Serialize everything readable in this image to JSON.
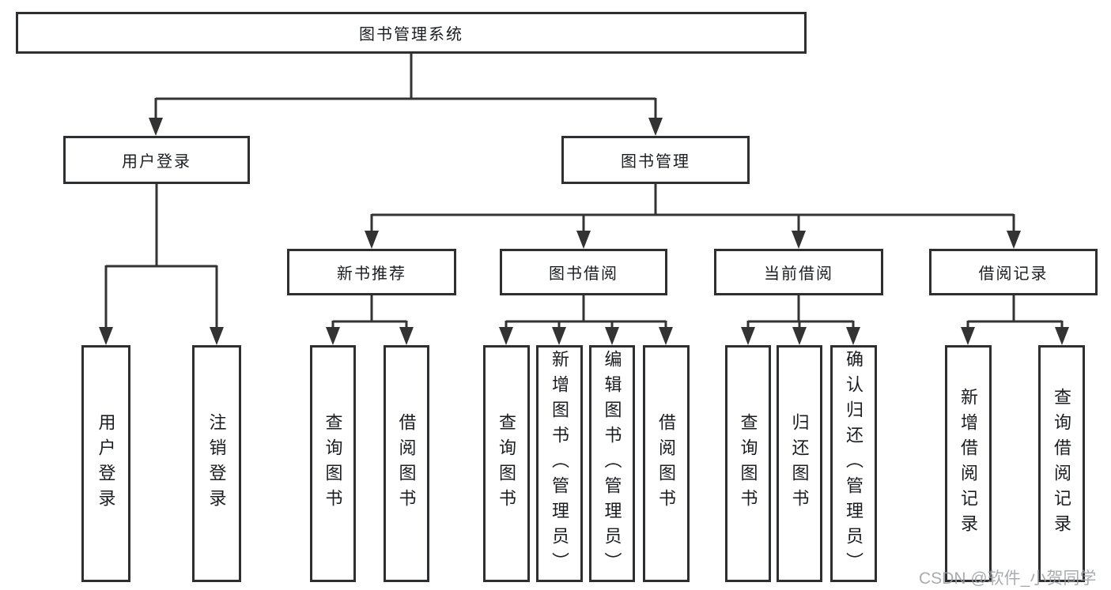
{
  "diagram_type": "hierarchy-tree",
  "colors": {
    "line": "#333333",
    "border": "#2e2f31",
    "text": "#1b1d21",
    "background": "#ffffff",
    "watermark": "#9b9ea2"
  },
  "tree": {
    "label": "图书管理系统",
    "children": [
      {
        "label": "用户登录",
        "children": [
          {
            "label": "用户登录"
          },
          {
            "label": "注销登录"
          }
        ]
      },
      {
        "label": "图书管理",
        "children": [
          {
            "label": "新书推荐",
            "children": [
              {
                "label": "查询图书"
              },
              {
                "label": "借阅图书"
              }
            ]
          },
          {
            "label": "图书借阅",
            "children": [
              {
                "label": "查询图书"
              },
              {
                "label": "新增图书（管理员）"
              },
              {
                "label": "编辑图书（管理员）"
              },
              {
                "label": "借阅图书"
              }
            ]
          },
          {
            "label": "当前借阅",
            "children": [
              {
                "label": "查询图书"
              },
              {
                "label": "归还图书"
              },
              {
                "label": "确认归还（管理员）"
              }
            ]
          },
          {
            "label": "借阅记录",
            "children": [
              {
                "label": "新增借阅记录"
              },
              {
                "label": "查询借阅记录"
              }
            ]
          }
        ]
      }
    ]
  },
  "watermark": "CSDN @软件_小贺同学"
}
